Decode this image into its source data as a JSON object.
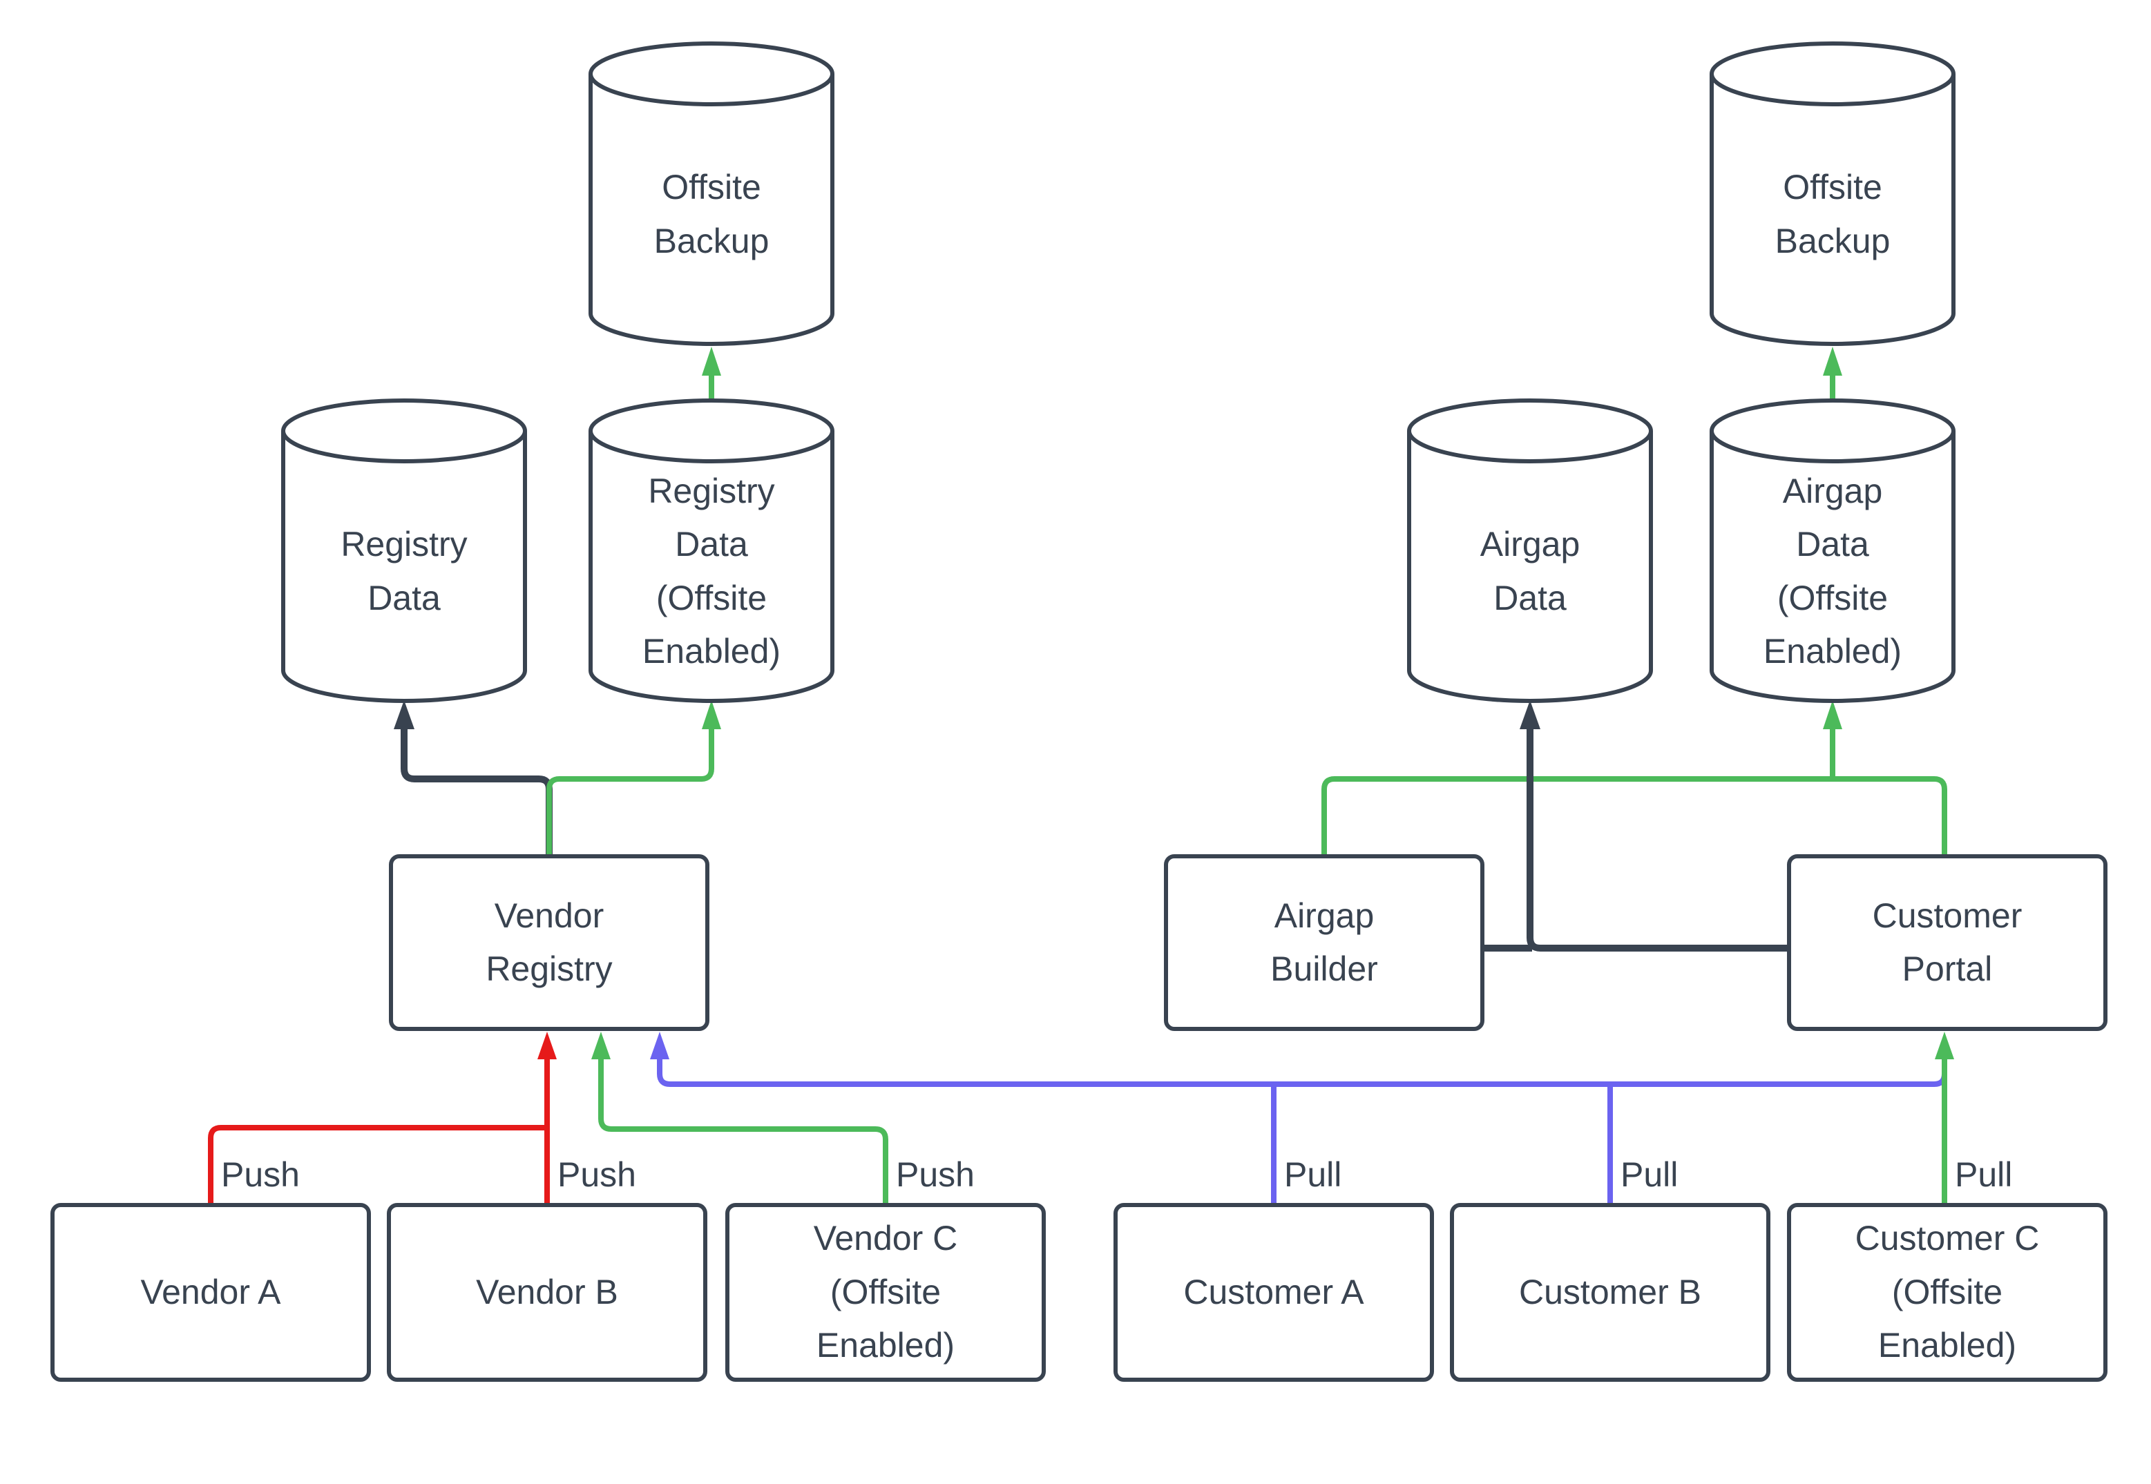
{
  "colors": {
    "outline": "#394350",
    "text": "#394350",
    "green": "#4cba5a",
    "red": "#e61a1a",
    "blue": "#6b63f0",
    "background": "#ffffff"
  },
  "nodes": {
    "offsite_backup_left": {
      "label": "Offsite\nBackup",
      "shape": "cylinder"
    },
    "registry_data": {
      "label": "Registry\nData",
      "shape": "cylinder"
    },
    "registry_data_offsite": {
      "label": "Registry\nData\n(Offsite\nEnabled)",
      "shape": "cylinder"
    },
    "vendor_registry": {
      "label": "Vendor\nRegistry",
      "shape": "rect"
    },
    "vendor_a": {
      "label": "Vendor A",
      "shape": "rect"
    },
    "vendor_b": {
      "label": "Vendor B",
      "shape": "rect"
    },
    "vendor_c": {
      "label": "Vendor C\n(Offsite\nEnabled)",
      "shape": "rect"
    },
    "offsite_backup_right": {
      "label": "Offsite\nBackup",
      "shape": "cylinder"
    },
    "airgap_data": {
      "label": "Airgap\nData",
      "shape": "cylinder"
    },
    "airgap_data_offsite": {
      "label": "Airgap\nData\n(Offsite\nEnabled)",
      "shape": "cylinder"
    },
    "airgap_builder": {
      "label": "Airgap\nBuilder",
      "shape": "rect"
    },
    "customer_portal": {
      "label": "Customer\nPortal",
      "shape": "rect"
    },
    "customer_a": {
      "label": "Customer A",
      "shape": "rect"
    },
    "customer_b": {
      "label": "Customer B",
      "shape": "rect"
    },
    "customer_c": {
      "label": "Customer C\n(Offsite\nEnabled)",
      "shape": "rect"
    }
  },
  "edge_labels": {
    "push_vendor_a": "Push",
    "push_vendor_b": "Push",
    "push_vendor_c": "Push",
    "pull_customer_a": "Pull",
    "pull_customer_b": "Pull",
    "pull_customer_c": "Pull"
  }
}
